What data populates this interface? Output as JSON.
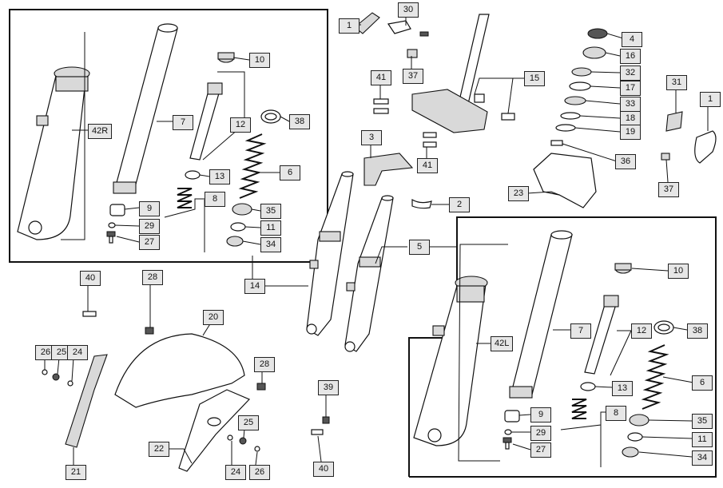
{
  "callouts": [
    {
      "id": "c1a",
      "label": "1"
    },
    {
      "id": "c30",
      "label": "30"
    },
    {
      "id": "c37a",
      "label": "37"
    },
    {
      "id": "c41a",
      "label": "41"
    },
    {
      "id": "c15",
      "label": "15"
    },
    {
      "id": "c3",
      "label": "3"
    },
    {
      "id": "c41b",
      "label": "41"
    },
    {
      "id": "c2",
      "label": "2"
    },
    {
      "id": "c4",
      "label": "4"
    },
    {
      "id": "c16",
      "label": "16"
    },
    {
      "id": "c32",
      "label": "32"
    },
    {
      "id": "c17",
      "label": "17"
    },
    {
      "id": "c33",
      "label": "33"
    },
    {
      "id": "c18",
      "label": "18"
    },
    {
      "id": "c19",
      "label": "19"
    },
    {
      "id": "c31",
      "label": "31"
    },
    {
      "id": "c1b",
      "label": "1"
    },
    {
      "id": "c36",
      "label": "36"
    },
    {
      "id": "c23",
      "label": "23"
    },
    {
      "id": "c37b",
      "label": "37"
    },
    {
      "id": "c10a",
      "label": "10"
    },
    {
      "id": "c7a",
      "label": "7"
    },
    {
      "id": "c42r",
      "label": "42R"
    },
    {
      "id": "c12a",
      "label": "12"
    },
    {
      "id": "c38a",
      "label": "38"
    },
    {
      "id": "c6a",
      "label": "6"
    },
    {
      "id": "c13a",
      "label": "13"
    },
    {
      "id": "c8a",
      "label": "8"
    },
    {
      "id": "c9a",
      "label": "9"
    },
    {
      "id": "c29a",
      "label": "29"
    },
    {
      "id": "c27a",
      "label": "27"
    },
    {
      "id": "c35a",
      "label": "35"
    },
    {
      "id": "c11a",
      "label": "11"
    },
    {
      "id": "c34a",
      "label": "34"
    },
    {
      "id": "c14",
      "label": "14"
    },
    {
      "id": "c5",
      "label": "5"
    },
    {
      "id": "c40a",
      "label": "40"
    },
    {
      "id": "c28a",
      "label": "28"
    },
    {
      "id": "c20",
      "label": "20"
    },
    {
      "id": "c26a",
      "label": "26"
    },
    {
      "id": "c25a",
      "label": "25"
    },
    {
      "id": "c24a",
      "label": "24"
    },
    {
      "id": "c28b",
      "label": "28"
    },
    {
      "id": "c21",
      "label": "21"
    },
    {
      "id": "c22",
      "label": "22"
    },
    {
      "id": "c25b",
      "label": "25"
    },
    {
      "id": "c24b",
      "label": "24"
    },
    {
      "id": "c26b",
      "label": "26"
    },
    {
      "id": "c39",
      "label": "39"
    },
    {
      "id": "c40b",
      "label": "40"
    },
    {
      "id": "c10b",
      "label": "10"
    },
    {
      "id": "c7b",
      "label": "7"
    },
    {
      "id": "c12b",
      "label": "12"
    },
    {
      "id": "c38b",
      "label": "38"
    },
    {
      "id": "c42l",
      "label": "42L"
    },
    {
      "id": "c13b",
      "label": "13"
    },
    {
      "id": "c6b",
      "label": "6"
    },
    {
      "id": "c8b",
      "label": "8"
    },
    {
      "id": "c9b",
      "label": "9"
    },
    {
      "id": "c29b",
      "label": "29"
    },
    {
      "id": "c27b",
      "label": "27"
    },
    {
      "id": "c35b",
      "label": "35"
    },
    {
      "id": "c11b",
      "label": "11"
    },
    {
      "id": "c34b",
      "label": "34"
    }
  ]
}
